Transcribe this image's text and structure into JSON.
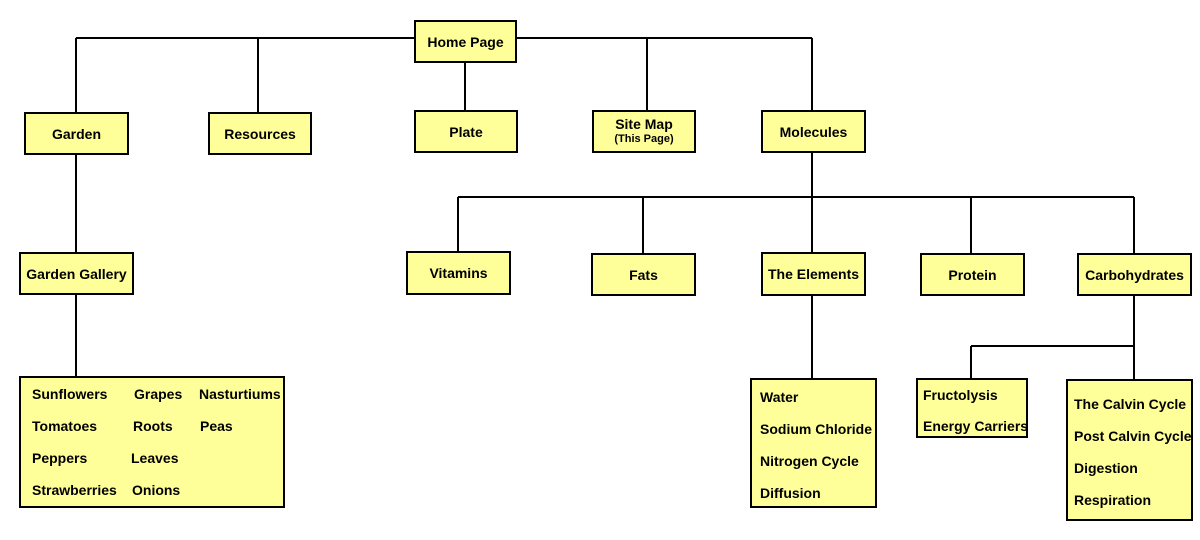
{
  "site_map": {
    "home": "Home Page",
    "level1": {
      "garden": "Garden",
      "resources": "Resources",
      "plate": "Plate",
      "site_map": {
        "label": "Site Map",
        "note": "(This Page)"
      },
      "molecules": "Molecules"
    },
    "garden_gallery": {
      "label": "Garden Gallery",
      "items": {
        "col1": [
          "Sunflowers",
          "Tomatoes",
          "Peppers",
          "Strawberries"
        ],
        "col2": [
          "Grapes",
          "Roots",
          "Leaves",
          "Onions"
        ],
        "col3": [
          "Nasturtiums",
          "Peas"
        ]
      }
    },
    "molecules_children": {
      "vitamins": "Vitamins",
      "fats": "Fats",
      "elements": "The Elements",
      "protein": "Protein",
      "carbohydrates": "Carbohydrates"
    },
    "elements_items": [
      "Water",
      "Sodium Chloride",
      "Nitrogen Cycle",
      "Diffusion"
    ],
    "carb_left_items": [
      "Fructolysis",
      "Energy Carriers"
    ],
    "carb_right_items": [
      "The Calvin Cycle",
      "Post Calvin Cycle",
      "Digestion",
      "Respiration"
    ]
  },
  "colors": {
    "node_fill": "#ffff99",
    "border": "#000000",
    "line": "#000000"
  }
}
